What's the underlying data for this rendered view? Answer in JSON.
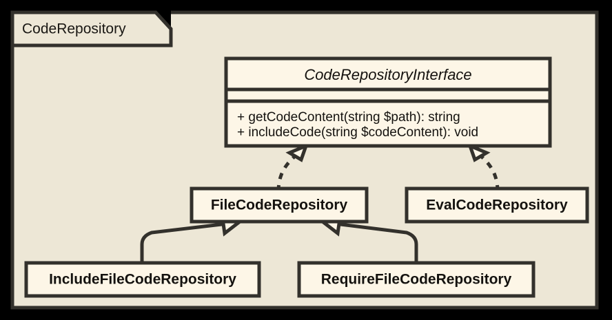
{
  "diagram": {
    "type": "uml-class-diagram",
    "background_color": "#000000",
    "package_fill": "#EDE7D6",
    "class_fill": "#FDF6E7",
    "line_color": "#33312C",
    "package": {
      "name": "CodeRepository"
    },
    "interface": {
      "name": "CodeRepositoryInterface",
      "stereotype_style": "italic",
      "attributes": [],
      "methods": [
        "+ getCodeContent(string $path): string",
        "+ includeCode(string $codeContent): void"
      ]
    },
    "classes": [
      {
        "id": "file",
        "name": "FileCodeRepository"
      },
      {
        "id": "eval",
        "name": "EvalCodeRepository"
      },
      {
        "id": "includeFile",
        "name": "IncludeFileCodeRepository"
      },
      {
        "id": "requireFile",
        "name": "RequireFileCodeRepository"
      }
    ],
    "relationships": [
      {
        "from": "FileCodeRepository",
        "to": "CodeRepositoryInterface",
        "kind": "realization",
        "line": "dashed",
        "arrow": "hollow-triangle"
      },
      {
        "from": "EvalCodeRepository",
        "to": "CodeRepositoryInterface",
        "kind": "realization",
        "line": "dashed",
        "arrow": "hollow-triangle"
      },
      {
        "from": "IncludeFileCodeRepository",
        "to": "FileCodeRepository",
        "kind": "generalization",
        "line": "solid",
        "arrow": "hollow-triangle"
      },
      {
        "from": "RequireFileCodeRepository",
        "to": "FileCodeRepository",
        "kind": "generalization",
        "line": "solid",
        "arrow": "hollow-triangle"
      }
    ]
  }
}
